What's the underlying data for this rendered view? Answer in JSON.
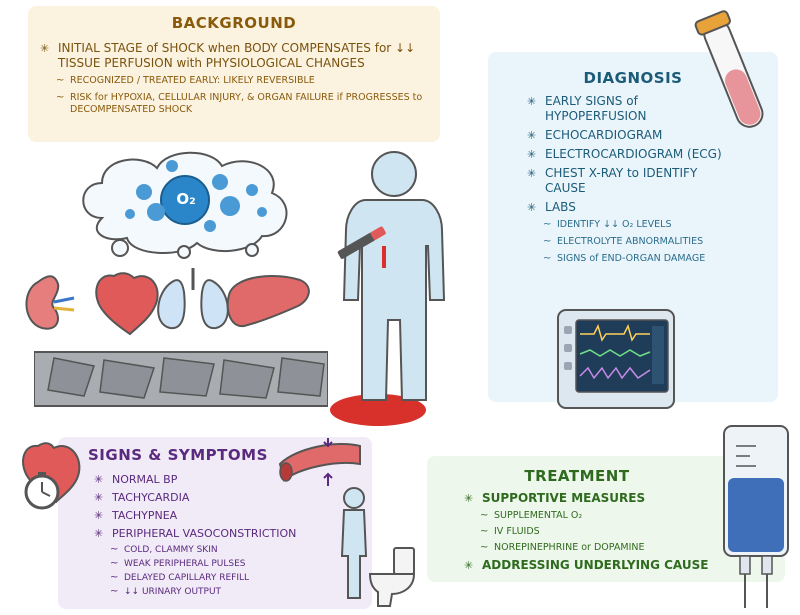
{
  "background": {
    "title": "BACKGROUND",
    "main": "INITIAL STAGE of SHOCK when BODY COMPENSATES for ↓↓ TISSUE PERFUSION with PHYSIOLOGICAL CHANGES",
    "subs": [
      "RECOGNIZED / TREATED EARLY: LIKELY REVERSIBLE",
      "RISK for HYPOXIA, CELLULAR INJURY, & ORGAN FAILURE if PROGRESSES to DECOMPENSATED SHOCK"
    ]
  },
  "diagnosis": {
    "title": "DIAGNOSIS",
    "items": [
      "EARLY SIGNS of HYPOPERFUSION",
      "ECHOCARDIOGRAM",
      "ELECTROCARDIOGRAM (ECG)",
      "CHEST X-RAY to IDENTIFY CAUSE",
      "LABS"
    ],
    "labs": [
      "IDENTIFY ↓↓ O₂ LEVELS",
      "ELECTROLYTE ABNORMALITIES",
      "SIGNS of END-ORGAN DAMAGE"
    ]
  },
  "signs": {
    "title": "SIGNS & SYMPTOMS",
    "items": [
      "NORMAL BP",
      "TACHYCARDIA",
      "TACHYPNEA",
      "PERIPHERAL VASOCONSTRICTION"
    ],
    "subs": [
      "COLD, CLAMMY SKIN",
      "WEAK PERIPHERAL PULSES",
      "DELAYED CAPILLARY REFILL",
      "↓↓ URINARY OUTPUT"
    ]
  },
  "treatment": {
    "title": "TREATMENT",
    "items": [
      "SUPPORTIVE MEASURES",
      "ADDRESSING UNDERLYING CAUSE"
    ],
    "subs": [
      "SUPPLEMENTAL O₂",
      "IV FLUIDS",
      "NOREPINEPHRINE or DOPAMINE"
    ]
  },
  "illustration": {
    "oxygen_label": "O₂",
    "colors": {
      "background_panel": "#fbf3df",
      "diagnosis_panel": "#eaf5fb",
      "signs_panel": "#f1eaf7",
      "treatment_panel": "#eef7ec",
      "oxygen_bubble": "#2a86c8",
      "figure": "#cfe6f2",
      "blood": "#d8302a",
      "organ_red": "#e05a5a"
    }
  }
}
